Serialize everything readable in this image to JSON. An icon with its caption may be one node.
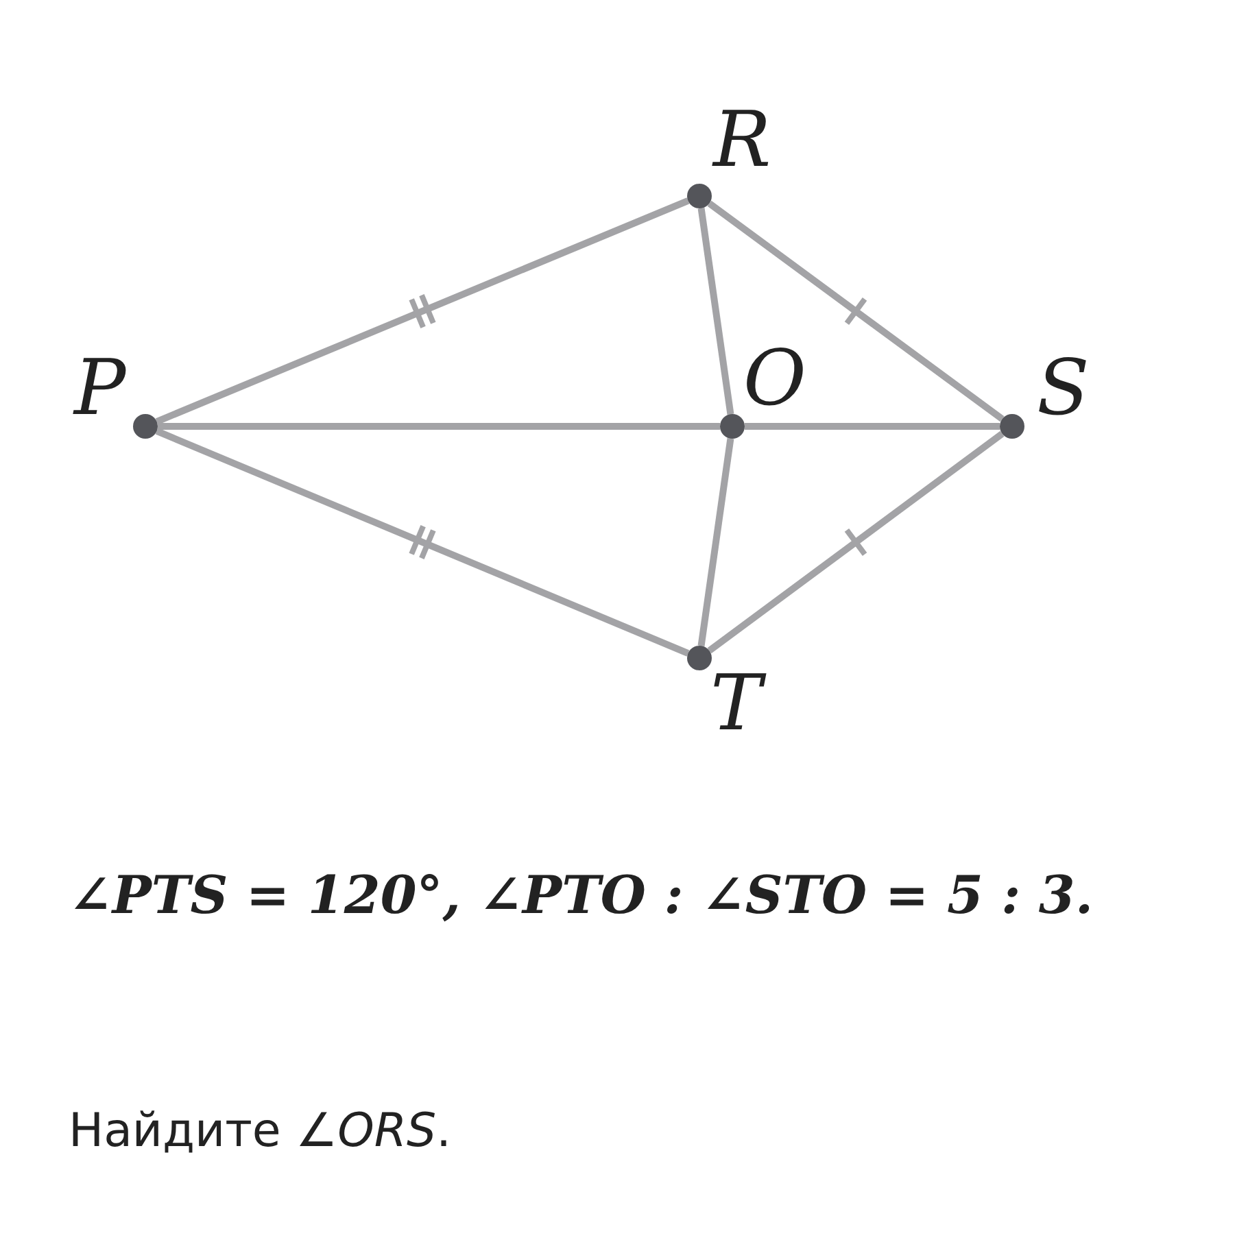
{
  "diagram": {
    "nodes": [
      {
        "text": [
          "R"
        ]
      },
      {
        "text": [
          "P"
        ]
      },
      {
        "text": [
          "O"
        ]
      },
      {
        "text": [
          "S"
        ]
      },
      {
        "text": [
          "T"
        ]
      }
    ],
    "edges": [
      {
        "from": 1,
        "to": 0,
        "arrow": "none"
      },
      {
        "from": 0,
        "to": 3,
        "arrow": "none"
      },
      {
        "from": 0,
        "to": 2,
        "arrow": "none"
      },
      {
        "from": 1,
        "to": 2,
        "arrow": "none"
      },
      {
        "from": 2,
        "to": 3,
        "arrow": "none"
      },
      {
        "from": 1,
        "to": 4,
        "arrow": "none"
      },
      {
        "from": 2,
        "to": 4,
        "arrow": "none"
      },
      {
        "from": 4,
        "to": 3,
        "arrow": "none"
      }
    ],
    "labels": [
      "∠PTS = 120°, ∠PTO : ∠STO = 5 : 3.",
      "Найдите *∠ORS*."
    ]
  }
}
